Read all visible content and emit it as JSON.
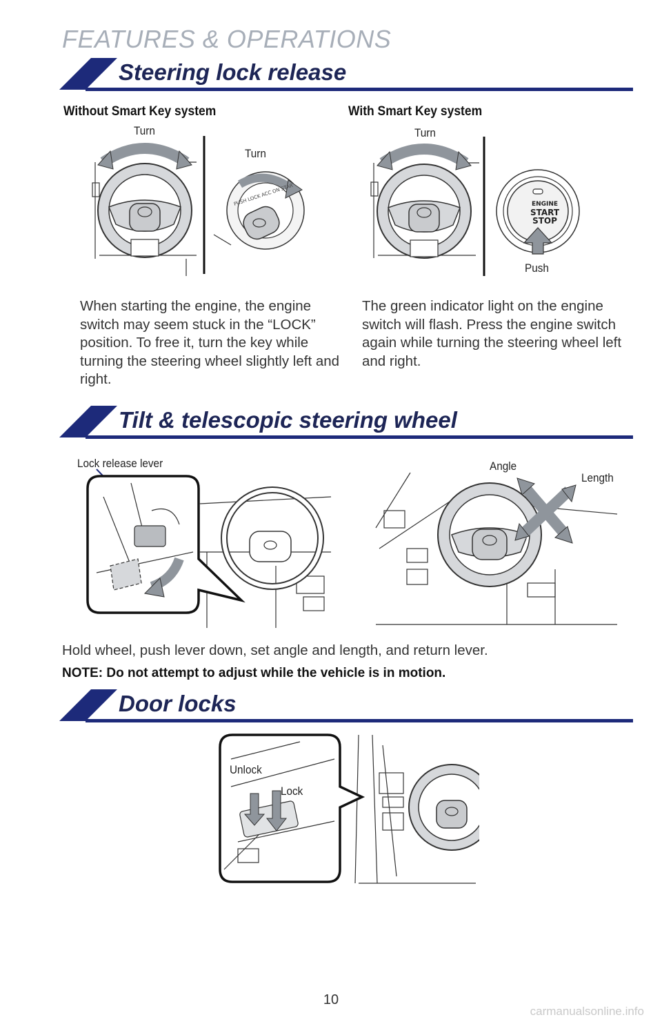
{
  "header": {
    "title": "FEATURES & OPERATIONS"
  },
  "sections": {
    "steering_lock": {
      "title": "Steering lock release",
      "left": {
        "subtitle": "Without Smart Key system",
        "labels": {
          "turn_wheel": "Turn",
          "turn_key": "Turn"
        },
        "ignition_marks": "PUSH  LOCK  ACC  ON  START",
        "text": "When starting the engine, the engine switch may seem stuck in the “LOCK” position. To free it, turn the key while turning the steering wheel slightly left and right."
      },
      "right": {
        "subtitle": "With Smart Key system",
        "labels": {
          "turn_wheel": "Turn",
          "push": "Push"
        },
        "button": {
          "line1": "ENGINE",
          "line2": "START",
          "line3": "STOP"
        },
        "text": "The green indicator light on the engine switch will flash. Press the engine switch again while turning the steering wheel left and right."
      }
    },
    "tilt": {
      "title": "Tilt & telescopic steering wheel",
      "labels": {
        "lever": "Lock release lever",
        "angle": "Angle",
        "length": "Length"
      },
      "text": "Hold wheel, push lever down, set angle and length, and return lever.",
      "note": "NOTE: Do not attempt to adjust while the vehicle is in motion."
    },
    "door_locks": {
      "title": "Door locks",
      "labels": {
        "unlock": "Unlock",
        "lock": "Lock"
      }
    }
  },
  "footer": {
    "page_number": "10",
    "watermark": "carmanualsonline.info"
  },
  "colors": {
    "section_bar": "#1d2a7a",
    "header_grey": "#a7aeb8",
    "illustration_grey": "#cfd1d4"
  }
}
